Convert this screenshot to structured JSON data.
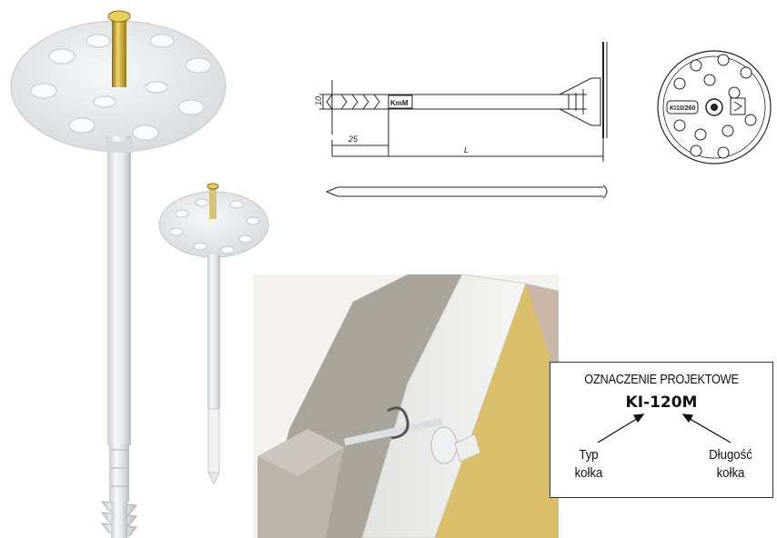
{
  "drawing": {
    "dim_diameter": "10",
    "dim_tip": "25",
    "dim_length": "L",
    "brand_mark": "KmM",
    "face_label": "KI10/260"
  },
  "designation": {
    "title": "OZNACZENIE PROJEKTOWE",
    "code": "KI-120M",
    "type_label_line1": "Typ",
    "type_label_line2": "kołka",
    "length_label_line1": "Długość",
    "length_label_line2": "kołka"
  },
  "colors": {
    "plastic": "#e8eaed",
    "brass": "#c9a227",
    "concrete": "#a8a39b",
    "insulation": "#d9bf6a",
    "line": "#222222"
  }
}
